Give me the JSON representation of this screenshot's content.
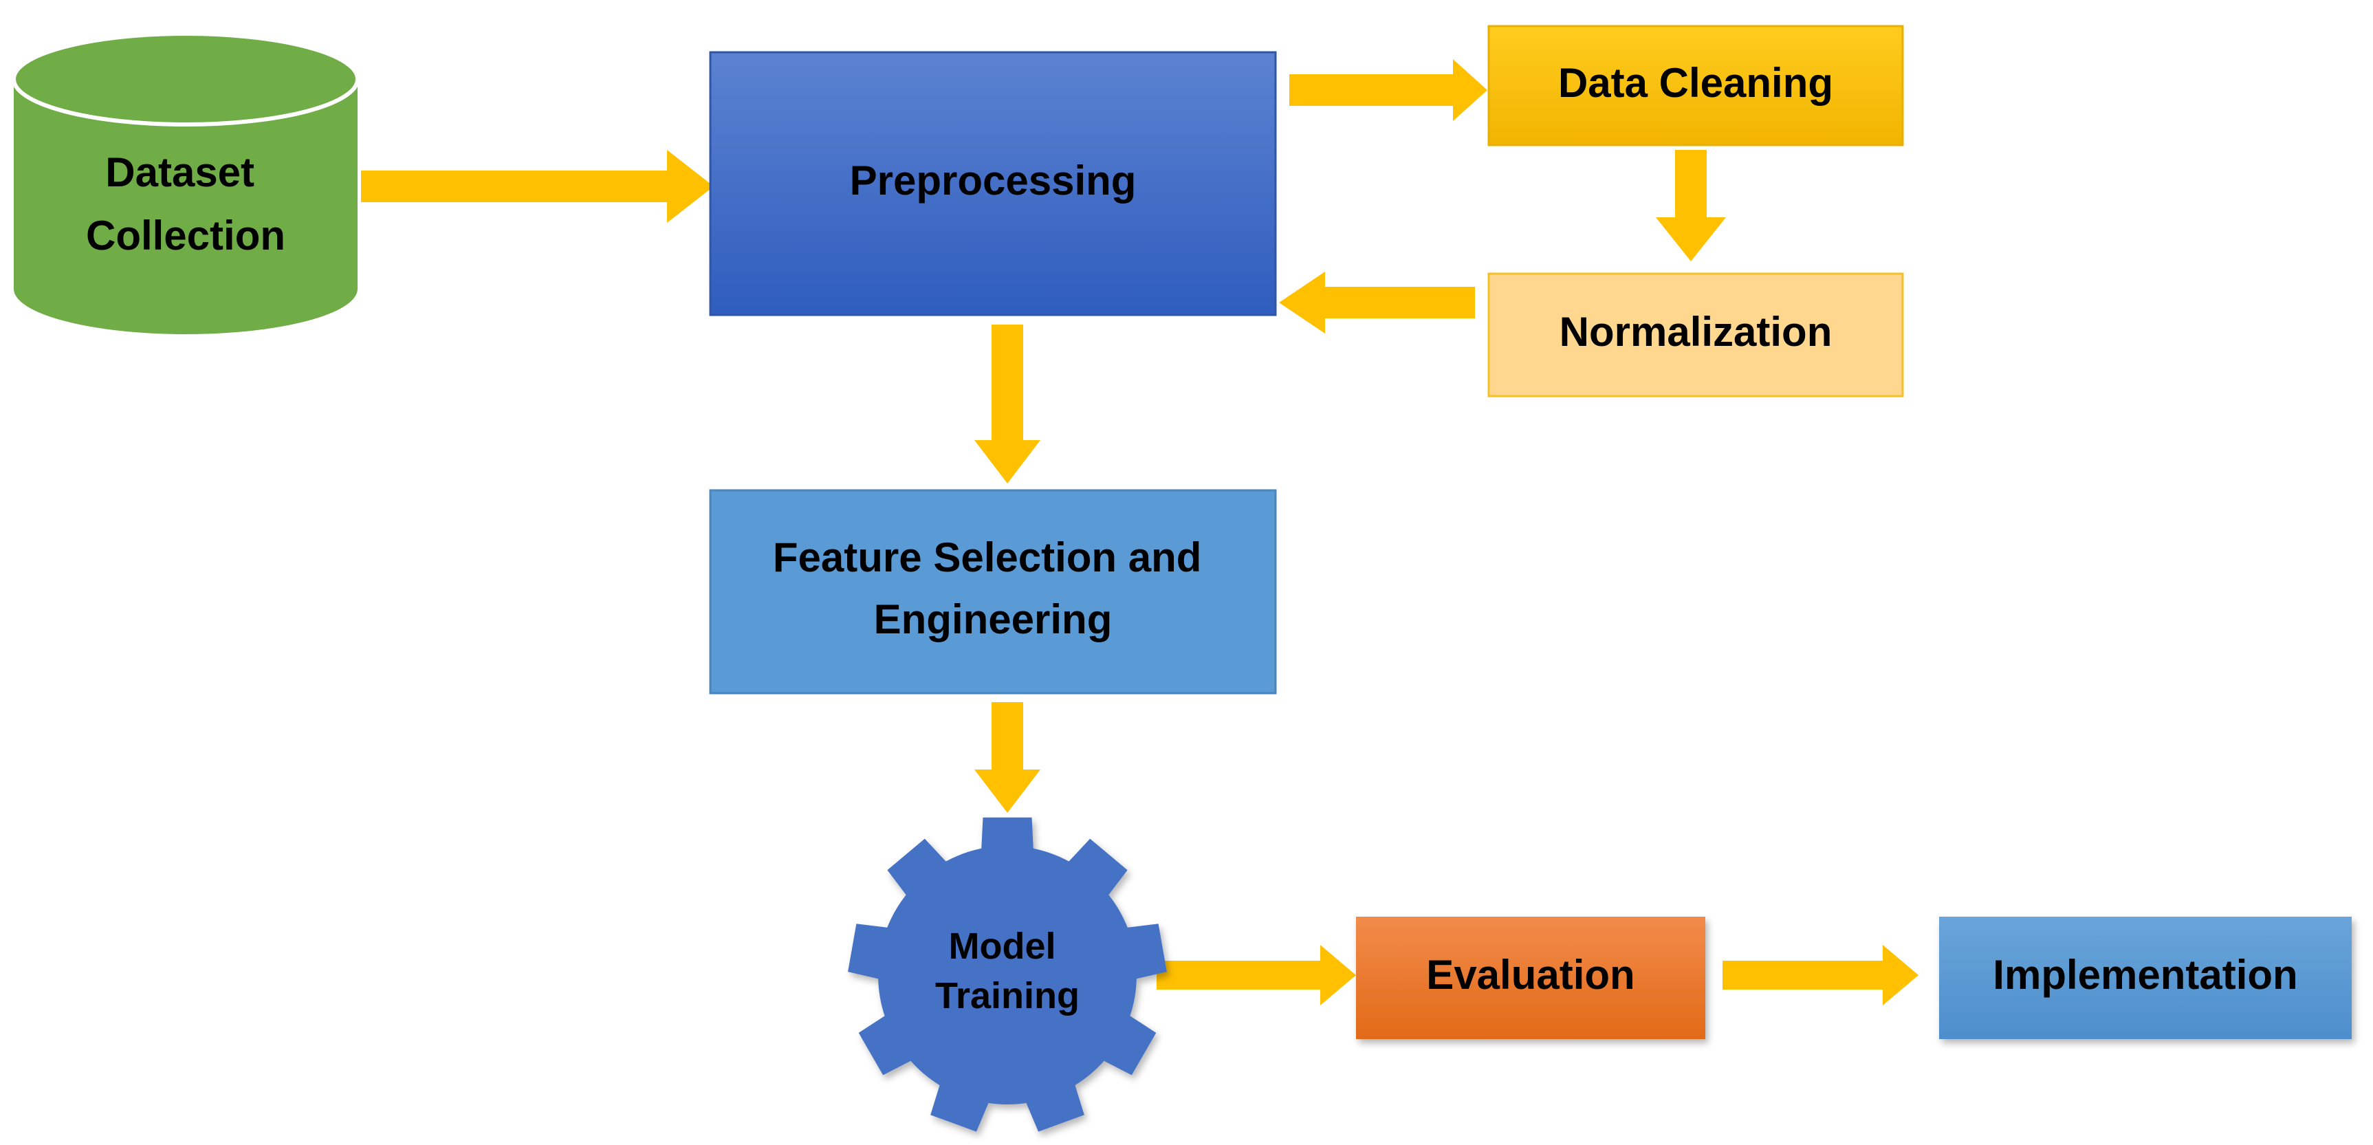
{
  "nodes": {
    "dataset": {
      "line1": "Dataset",
      "line2": "Collection"
    },
    "preprocessing": {
      "label": "Preprocessing"
    },
    "cleaning": {
      "label": "Data Cleaning"
    },
    "normalization": {
      "label": "Normalization"
    },
    "feature": {
      "line1": "Feature Selection and",
      "line2": "Engineering"
    },
    "training": {
      "line1": "Model",
      "line2": "Training"
    },
    "evaluation": {
      "label": "Evaluation"
    },
    "implementation": {
      "label": "Implementation"
    }
  },
  "colors": {
    "arrow": "#FFC000",
    "dataset": "#70AD47",
    "preprocessing": "#3F6FCA",
    "cleaning": "#FFC000",
    "normalization": "#FFD78F",
    "feature": "#5B9BD5",
    "training": "#4472C4",
    "evaluation": "#ED7D31",
    "implementation": "#5B9BD5"
  }
}
